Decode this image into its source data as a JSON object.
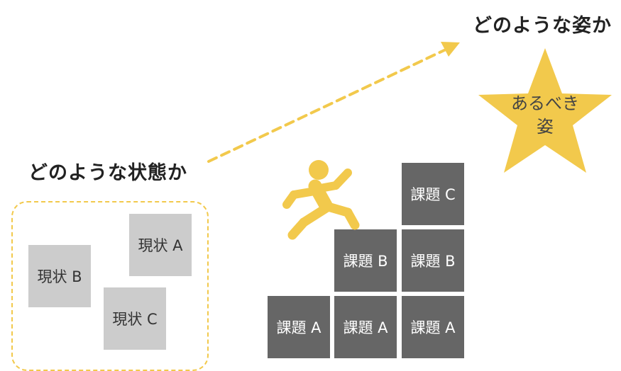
{
  "ideal": {
    "heading": "どのような姿か",
    "star_label_line1": "あるべき",
    "star_label_line2": "姿"
  },
  "current": {
    "heading": "どのような状態か",
    "statuses": [
      "現状 A",
      "現状 B",
      "現状 C"
    ]
  },
  "tasks": {
    "top": "課題 C",
    "middle": [
      "課題 B",
      "課題 B"
    ],
    "bottom": [
      "課題 A",
      "課題 A",
      "課題 A"
    ]
  },
  "colors": {
    "accent_yellow": "#F2C94C",
    "status_gray": "#CCCCCC",
    "task_gray": "#666666",
    "heading_text": "#222222"
  },
  "icons": {
    "figure": "running-person-icon",
    "goal": "star-icon",
    "progress": "dashed-arrow"
  }
}
